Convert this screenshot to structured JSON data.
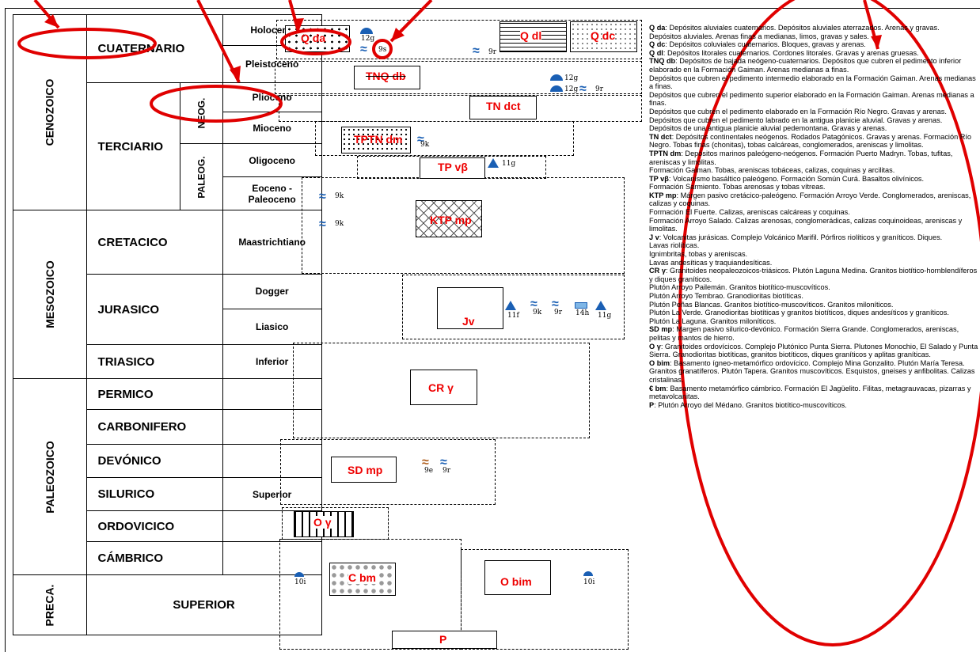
{
  "eras": {
    "cenozoico": "CENOZOICO",
    "mesozoico": "MESOZOICO",
    "paleozoico": "PALEOZOICO",
    "preca": "PRECA."
  },
  "systems": {
    "cuaternario": "CUATERNARIO",
    "terciario": "TERCIARIO",
    "cretacico": "CRETACICO",
    "jurasico": "JURASICO",
    "triasico": "TRIASICO",
    "permico": "PERMICO",
    "carbonifero": "CARBONIFERO",
    "devonico": "DEVÓNICO",
    "silurico": "SILURICO",
    "ordovicico": "ORDOVICICO",
    "cambrico": "CÁMBRICO",
    "superior": "SUPERIOR"
  },
  "subsystems": {
    "neog": "NEOG.",
    "paleog": "PALEOG."
  },
  "series": {
    "holoceno": "Holoceno",
    "pleistoceno": "Pleistoceno",
    "plioceno": "Plioceno",
    "mioceno": "Mioceno",
    "oligoceno": "Oligoceno",
    "eoceno": "Eoceno -",
    "paleoceno": "Paleoceno",
    "maastrichtiano": "Maastrichtiano",
    "dogger": "Dogger",
    "liasico": "Liasico",
    "inferior": "Inferior",
    "superior": "Superior"
  },
  "units": {
    "qda": "Q da",
    "qdl": "Q dl",
    "qdc": "Q dc",
    "tnqdb": "TNQ db",
    "tndct": "TN dct",
    "tptndm": "TPTN dm",
    "tpvb": "TP vβ",
    "ktpmp": "KTP mp",
    "jv": "Jv",
    "crg": "CR γ",
    "sdmp": "SD mp",
    "og": "O γ",
    "cbm": "C bm",
    "obim": "O bim",
    "p": "P"
  },
  "symbols": {
    "s12g": "12g",
    "s9s": "9s",
    "s9r": "9r",
    "s9k": "9k",
    "s11g": "11g",
    "s11f": "11f",
    "s14h": "14h",
    "s9e": "9e",
    "s10i": "10i"
  },
  "legend": [
    {
      "code": "Q da",
      "text": ": Depósitos aluviales cuaternarios. Depósitos aluviales aterrazados. Arenas y gravas."
    },
    {
      "code": "",
      "text": "Depósitos aluviales. Arenas finas a medianas, limos, gravas y sales."
    },
    {
      "code": "Q dc",
      "text": ": Depósitos coluviales cuaternarios. Bloques, gravas y arenas."
    },
    {
      "code": "Q dl",
      "text": ": Depósitos litorales cuaternarios. Cordones litorales. Gravas y arenas gruesas."
    },
    {
      "code": "TNQ db",
      "text": ": Depósitos de bajada neógeno-cuaternarios. Depósitos que cubren el pedimento inferior elaborado en la Formación Gaiman. Arenas medianas a finas."
    },
    {
      "code": "",
      "text": "Depósitos que cubren el pedimento intermedio elaborado en la Formación Gaiman. Arenas medianas a finas."
    },
    {
      "code": "",
      "text": "Depósitos que cubren el pedimento superior elaborado en la Formación Gaiman. Arenas medianas a finas."
    },
    {
      "code": "",
      "text": "Depósitos que cubren el pedimento elaborado en la Formación Río Negro. Gravas y arenas."
    },
    {
      "code": "",
      "text": "Depósitos que cubren el pedimento labrado en la antigua planicie aluvial. Gravas y arenas."
    },
    {
      "code": "",
      "text": "Depósitos de una antigua planicie aluvial pedemontana. Gravas y arenas."
    },
    {
      "code": "TN dct",
      "text": ": Depósitos continentales neógenos. Rodados Patagónicos. Gravas y arenas. Formación Río Negro. Tobas finas (chonitas), tobas calcáreas, conglomerados, areniscas y limolitas."
    },
    {
      "code": "TPTN dm",
      "text": ": Depósitos marinos paleógeno-neógenos. Formación Puerto Madryn. Tobas, tufitas, areniscas y limolitas."
    },
    {
      "code": "",
      "text": "Formación Gaiman. Tobas, areniscas tobáceas, calizas, coquinas y arcilitas."
    },
    {
      "code": "TP vβ",
      "text": ": Volcanismo basáltico paleógeno. Formación Somún Curá. Basaltos olivínicos."
    },
    {
      "code": "",
      "text": "Formación Sarmiento. Tobas arenosas y tobas vítreas."
    },
    {
      "code": "KTP mp",
      "text": ": Márgen pasivo cretácico-paleógeno. Formación Arroyo Verde. Conglomerados, areniscas, calizas y coquinas."
    },
    {
      "code": "",
      "text": "Formación El Fuerte. Calizas, areniscas calcáreas y coquinas."
    },
    {
      "code": "",
      "text": "Formación Arroyo Salado. Calizas arenosas, conglomerádicas, calizas coquinoideas, areniscas y limolitas."
    },
    {
      "code": "J v",
      "text": ": Volcanitas jurásicas. Complejo Volcánico Marifil. Pórfiros riolíticos y graníticos. Diques."
    },
    {
      "code": "",
      "text": "Lavas riolíticas."
    },
    {
      "code": "",
      "text": "Ignimbritas, tobas y areniscas."
    },
    {
      "code": "",
      "text": "Lavas andesíticas y traquiandesíticas."
    },
    {
      "code": "CR γ",
      "text": ": Granitoides neopaleozoicos-triásicos. Plutón Laguna Medina. Granitos biotítico-hornblendíferos y diques graníticos."
    },
    {
      "code": "",
      "text": "Plutón Arroyo Pailemán. Granitos biotítico-muscovíticos."
    },
    {
      "code": "",
      "text": "Plutón Arroyo Tembrao. Granodioritas biotíticas."
    },
    {
      "code": "",
      "text": "Plutón Peñas Blancas. Granitos biotítico-muscovíticos. Granitos miloníticos."
    },
    {
      "code": "",
      "text": "Plutón La Verde. Granodioritas biotíticas y granitos biotíticos, diques andesíticos y graníticos."
    },
    {
      "code": "",
      "text": "Plutón La Laguna. Granitos miloníticos."
    },
    {
      "code": "SD mp",
      "text": ": Margen pasivo silurico-devónico. Formación Sierra Grande. Conglomerados, areniscas, pelitas y mantos de hierro."
    },
    {
      "code": "O γ",
      "text": ": Granitoides ordovícicos. Complejo Plutónico Punta Sierra. Plutones Monochio, El Salado y Punta Sierra. Granodioritas biotíticas, granitos biotíticos, diques graníticos y aplitas graníticas."
    },
    {
      "code": "O bim",
      "text": ": Basamento ígneo-metamórfico ordovícico. Complejo Mina Gonzalito. Plutón María Teresa. Granitos granatíferos. Plutón Tapera. Granitos muscovíticos. Esquistos, gneises y anfibolitas. Calizas cristalinas."
    },
    {
      "code": "€ bm",
      "text": ": Basamento metamórfico cámbrico. Formación El Jagüelito. Filitas, metagrauvacas, pizarras y metavolcanitas."
    },
    {
      "code": "P",
      "text": ": Plutón Arroyo del Médano. Granitos biotítico-muscovíticos."
    }
  ],
  "colors": {
    "annotation": "#e00000",
    "symbol": "#1a5fb4",
    "unit_label": "#e00000"
  }
}
